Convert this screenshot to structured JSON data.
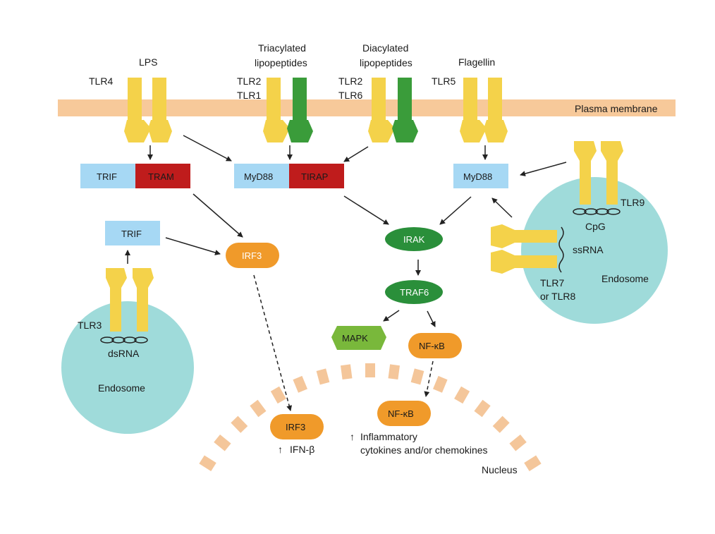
{
  "colors": {
    "membrane": "#f7c99a",
    "receptor_yellow": "#f4d24a",
    "receptor_green": "#3a9c3a",
    "adaptor_blue": "#a6d8f4",
    "adaptor_red": "#bf1c1c",
    "kinase_green": "#2a8f3a",
    "mapk_green": "#79b83b",
    "orange_pill": "#f09a2a",
    "endosome": "#7fcfcd",
    "nucleus_dash": "#f4c69a"
  },
  "labels": {
    "lps": "LPS",
    "tlr4": "TLR4",
    "triacylated_1": "Triacylated",
    "triacylated_2": "lipopeptides",
    "diacylated_1": "Diacylated",
    "diacylated_2": "lipopeptides",
    "flagellin": "Flagellin",
    "tlr2_a": "TLR2",
    "tlr1": "TLR1",
    "tlr2_b": "TLR2",
    "tlr6": "TLR6",
    "tlr5": "TLR5",
    "plasma_membrane": "Plasma membrane",
    "trif_top": "TRIF",
    "tram": "TRAM",
    "myd88_left": "MyD88",
    "tirap": "TIRAP",
    "myd88_right": "MyD88",
    "trif_left": "TRIF",
    "irf3": "IRF3",
    "irak": "IRAK",
    "traf6": "TRAF6",
    "mapk": "MAPK",
    "nfkb": "NF-κB",
    "tlr9": "TLR9",
    "cpg": "CpG",
    "ssrna": "ssRNA",
    "tlr7": "TLR7",
    "or_tlr8": "or TLR8",
    "endosome_right": "Endosome",
    "tlr3": "TLR3",
    "dsrna": "dsRNA",
    "endosome_left": "Endosome",
    "irf3_nuc": "IRF3",
    "ifnb": "IFN-β",
    "nfkb_nuc": "NF-κB",
    "inflammatory": "Inflammatory",
    "cytokines": "cytokines and/or chemokines",
    "nucleus": "Nucleus",
    "up_arrow": "↑"
  }
}
